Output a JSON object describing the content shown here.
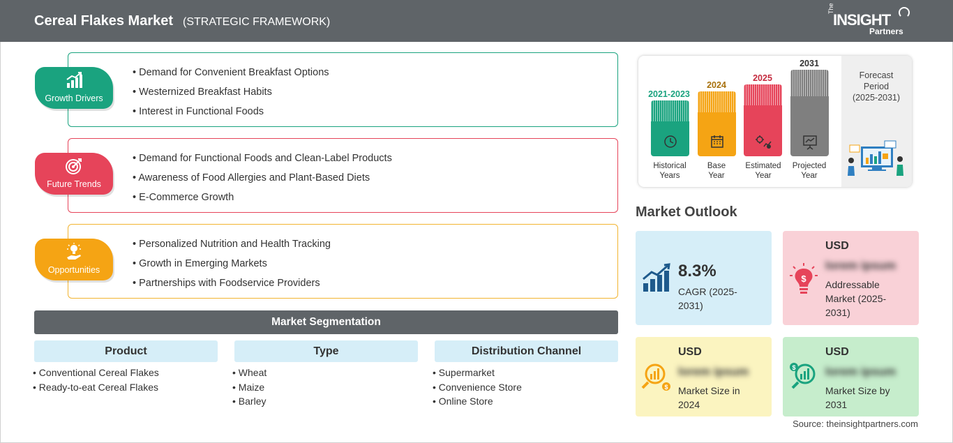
{
  "header": {
    "title": "Cereal Flakes Market",
    "subtitle": "(STRATEGIC FRAMEWORK)",
    "logo": {
      "the": "The",
      "insight": "INSIGHT",
      "partners": "Partners"
    }
  },
  "sections": [
    {
      "label": "Growth Drivers",
      "icon": "bar-chart-growth-icon",
      "color": "#1aa37f",
      "items": [
        "Demand for Convenient Breakfast Options",
        "Westernized Breakfast Habits",
        "Interest in Functional Foods"
      ]
    },
    {
      "label": "Future Trends",
      "icon": "target-icon",
      "color": "#e6445a",
      "items": [
        "Demand for Functional Foods and Clean-Label Products",
        "Awareness of Food Allergies and Plant-Based Diets",
        "E-Commerce Growth"
      ]
    },
    {
      "label": "Opportunities",
      "icon": "lightbulb-hand-icon",
      "color": "#f5a414",
      "items": [
        "Personalized Nutrition and Health Tracking",
        "Growth in Emerging Markets",
        "Partnerships with Foodservice Providers"
      ]
    }
  ],
  "segmentation": {
    "title": "Market Segmentation",
    "columns": [
      {
        "heading": "Product",
        "items": [
          "Conventional Cereal Flakes",
          "Ready-to-eat Cereal Flakes"
        ]
      },
      {
        "heading": "Type",
        "items": [
          "Wheat",
          "Maize",
          "Barley"
        ]
      },
      {
        "heading": "Distribution Channel",
        "items": [
          "Supermarket",
          "Convenience Store",
          "Online Store"
        ]
      }
    ]
  },
  "timeline": {
    "bars": [
      {
        "year": "2021-2023",
        "label_line1": "Historical",
        "label_line2": "Years",
        "color": "#1aa37f",
        "icon": "history-icon"
      },
      {
        "year": "2024",
        "label_line1": "Base",
        "label_line2": "Year",
        "color": "#f5a414",
        "icon": "calendar-icon"
      },
      {
        "year": "2025",
        "label_line1": "Estimated",
        "label_line2": "Year",
        "color": "#e6445a",
        "icon": "settings-chart-icon"
      },
      {
        "year": "2031",
        "label_line1": "Projected",
        "label_line2": "Year",
        "color": "#7f7f7f",
        "icon": "presentation-icon"
      }
    ],
    "forecast_line1": "Forecast",
    "forecast_line2": "Period",
    "forecast_line3": "(2025-2031)"
  },
  "outlook": {
    "title": "Market Outlook",
    "cagr": {
      "value": "8.3%",
      "label": "CAGR (2025-2031)"
    },
    "addressable": {
      "currency": "USD",
      "value": "lorem ipsum",
      "label": "Addressable Market (2025-2031)"
    },
    "size_2024": {
      "currency": "USD",
      "value": "lorem ipsum",
      "label": "Market Size in 2024"
    },
    "size_2031": {
      "currency": "USD",
      "value": "lorem ipsum",
      "label": "Market Size by 2031"
    }
  },
  "source": "Source: theinsightpartners.com"
}
